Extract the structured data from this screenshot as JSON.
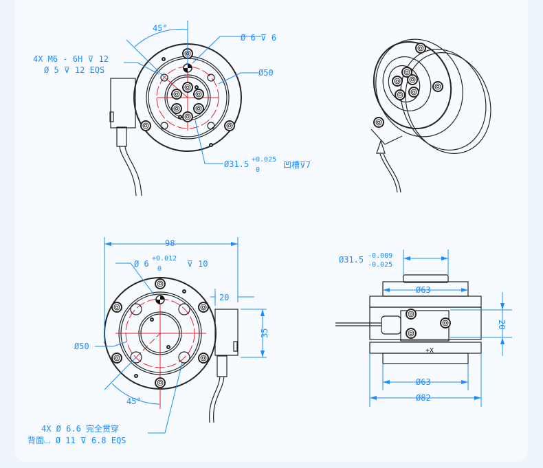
{
  "top_view": {
    "angle": "45°",
    "pin_hole": "Ø 6 ⊽ 6",
    "thread_line1": "4X  M6 - 6H ⊽ 12",
    "thread_line2": "Ø 5 ⊽ 12 EQS",
    "circle_dia": "Ø50",
    "recess_dia": "Ø31.5",
    "recess_tol_upper": "+0.025",
    "recess_tol_lower": "0",
    "recess_depth": "凹槽⊽7"
  },
  "bottom_view": {
    "width": "98",
    "pin_hole": "Ø 6",
    "pin_tol_upper": "+0.012",
    "pin_tol_lower": "0",
    "pin_depth": "⊽ 10",
    "connector_offset": "20",
    "connector_height": "35",
    "circle_dia": "Ø50",
    "angle": "45°",
    "hole_line1": "4X  Ø  6.6 完全贯穿",
    "hole_line2": "背面⌴ Ø  11 ⊽  6.8 EQS"
  },
  "side_view": {
    "boss_dia": "Ø31.5",
    "boss_tol_upper": "-0.009",
    "boss_tol_lower": "-0.025",
    "top_flange_dia": "Ø63",
    "body_height": "20",
    "axis_mark": "+X",
    "bottom_flange_dia": "Ø63",
    "outer_dia": "Ø82"
  },
  "colors": {
    "dimension": "#1a8cff",
    "centerline": "#e8202a",
    "outline": "#222222"
  }
}
